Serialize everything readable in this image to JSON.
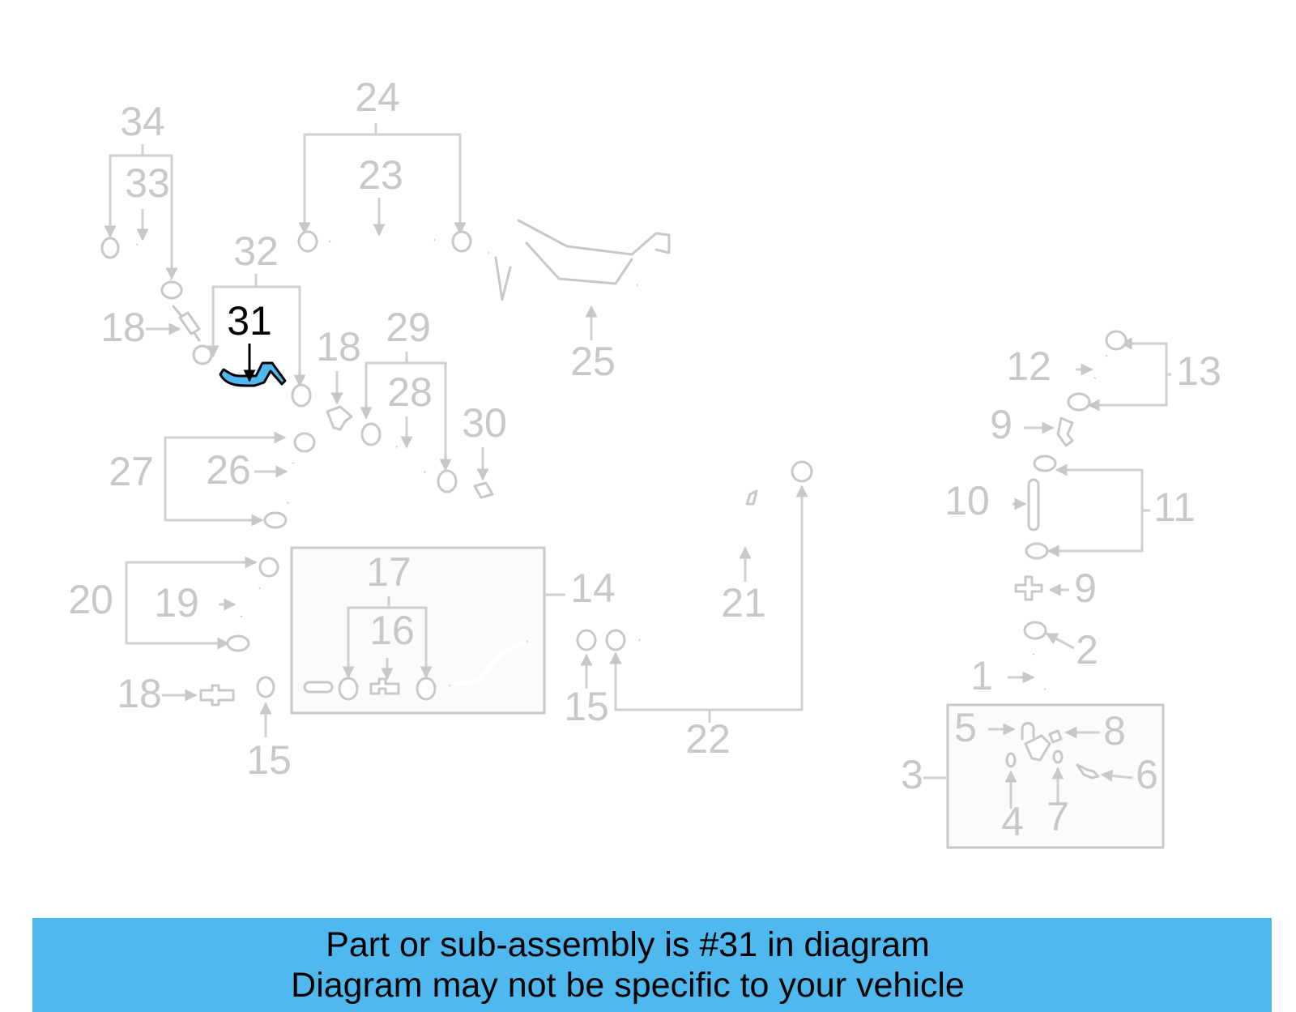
{
  "diagram": {
    "highlighted_part": "31",
    "highlight_color": "#4fb9ef",
    "labels": {
      "l34": "34",
      "l33": "33",
      "l32": "32",
      "l31": "31",
      "l24": "24",
      "l23": "23",
      "l25": "25",
      "l18a": "18",
      "l18b": "18",
      "l18c": "18",
      "l29": "29",
      "l28": "28",
      "l30": "30",
      "l27": "27",
      "l26": "26",
      "l20": "20",
      "l19": "19",
      "l17": "17",
      "l16": "16",
      "l14": "14",
      "l15a": "15",
      "l15b": "15",
      "l21": "21",
      "l22": "22",
      "l12": "12",
      "l13": "13",
      "l9a": "9",
      "l9b": "9",
      "l10": "10",
      "l11": "11",
      "l2": "2",
      "l1": "1",
      "l5": "5",
      "l8": "8",
      "l3": "3",
      "l6": "6",
      "l4": "4",
      "l7": "7"
    }
  },
  "banner": {
    "line1": "Part or sub-assembly is #31 in diagram",
    "line2": "Diagram may not be specific to your vehicle",
    "background": "#4fb9ef"
  }
}
